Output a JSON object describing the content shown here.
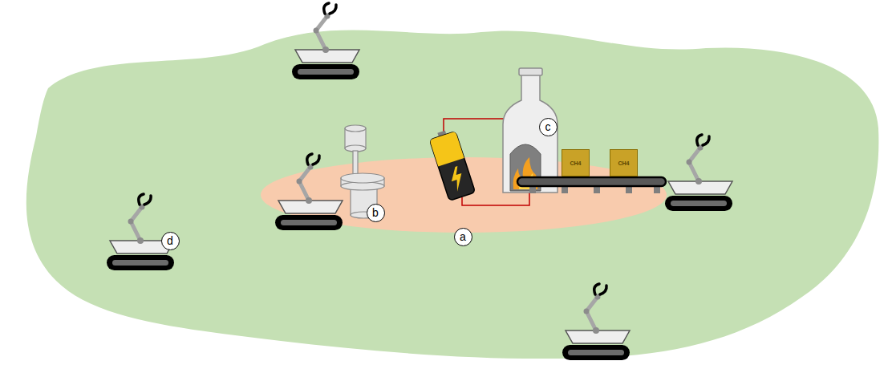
{
  "diagram": {
    "nodes": [
      {
        "text": [
          "CH4"
        ]
      },
      {
        "text": [
          "CH4"
        ]
      }
    ],
    "labels": [
      "a",
      "b",
      "c",
      "d"
    ]
  }
}
